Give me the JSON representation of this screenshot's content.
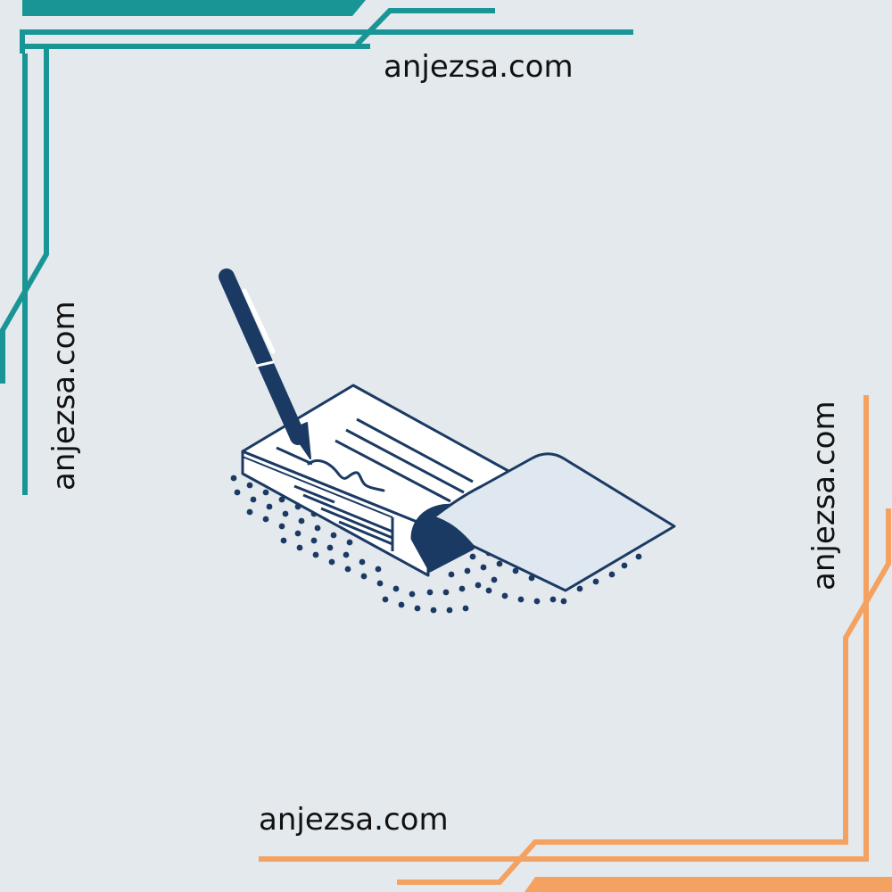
{
  "watermarks": {
    "top": "anjezsa.com",
    "left": "anjezsa.com",
    "right": "anjezsa.com",
    "bottom": "anjezsa.com"
  },
  "colors": {
    "background": "#e4e9ee",
    "teal_accent": "#1a9596",
    "orange_accent": "#f4a261",
    "ink_navy": "#1b3a63",
    "paper": "#dfe8f0"
  },
  "illustration": {
    "icon": "checkbook-signing-icon"
  }
}
